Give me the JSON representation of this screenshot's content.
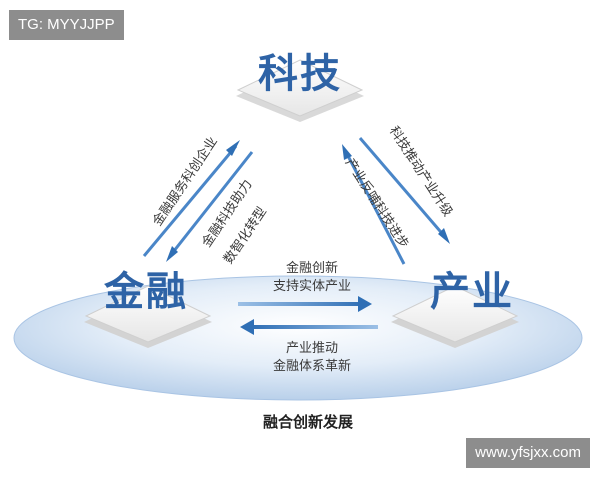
{
  "watermark_top_left": "TG: MYYJJPP",
  "watermark_bottom_right": "www.yfsjxx.com",
  "nodes": {
    "tech": "科技",
    "finance": "金融",
    "industry": "产业"
  },
  "edges": {
    "finance_to_tech": "金融服务科创企业",
    "tech_to_finance_line1": "金融科技助力",
    "tech_to_finance_line2": "数智化转型",
    "tech_to_industry": "科技推动产业升级",
    "industry_to_tech": "产业反哺科技进步",
    "finance_to_industry_line1": "金融创新",
    "finance_to_industry_line2": "支持实体产业",
    "industry_to_finance_line1": "产业推动",
    "industry_to_finance_line2": "金融体系革新"
  },
  "caption": "融合创新发展",
  "colors": {
    "node_text": "#2e63a6",
    "arrow": "#2f6fb5",
    "ellipse": "#cfe0f3"
  }
}
